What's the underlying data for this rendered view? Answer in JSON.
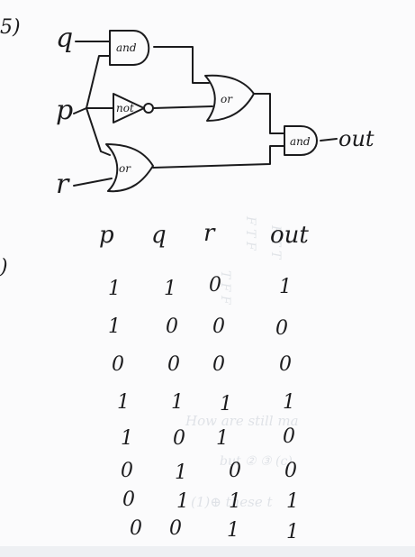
{
  "problem": {
    "number": "5)",
    "left_mark": ")"
  },
  "circuit": {
    "inputs": [
      "q",
      "p",
      "r"
    ],
    "gates": {
      "and_top": "and",
      "not_mid": "not",
      "or_low": "or",
      "or_right": "or",
      "and_final": "and"
    },
    "output_label": "out"
  },
  "truth_table": {
    "columns": [
      "p",
      "q",
      "r",
      "out"
    ],
    "rows": [
      [
        "1",
        "1",
        "0",
        "1"
      ],
      [
        "1",
        "0",
        "0",
        "0"
      ],
      [
        "0",
        "0",
        "0",
        "0"
      ],
      [
        "1",
        "1",
        "1",
        "1"
      ],
      [
        "1",
        "0",
        "1",
        "0"
      ],
      [
        "0",
        "1",
        "0",
        "0"
      ],
      [
        "0",
        "1",
        "1",
        "1"
      ],
      [
        "0",
        "0",
        "1",
        "1"
      ]
    ]
  },
  "bleed_through": {
    "line1": "How are still ma",
    "line2": "but ② ③ (c)",
    "line3": "(1)⊕ these t",
    "col_a": "F  T  F",
    "col_b": "F  T  T",
    "col_c": "T  F  F"
  },
  "colors": {
    "ink": "#1b1b1d",
    "paper": "#fbfbfc",
    "bleed": "#c9cfd6"
  }
}
